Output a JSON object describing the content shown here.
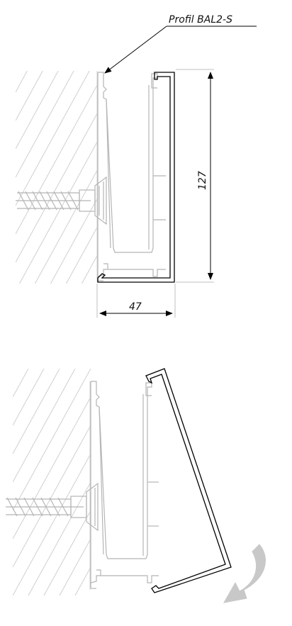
{
  "labels": {
    "profile_name": "Profil BAL2-S",
    "height_dimension": "127",
    "width_dimension": "47"
  },
  "colors": {
    "profile_outline": "#000000",
    "wall_hatch": "#cfcfcf",
    "bracket_gray": "#b5b5b5",
    "arrow_gray": "#c8c8c8",
    "dimension_line": "#000000"
  },
  "icons": {
    "rotation_arrow": "curved-arrow-down-left-icon",
    "leader_arrow": "leader-arrow-icon"
  }
}
